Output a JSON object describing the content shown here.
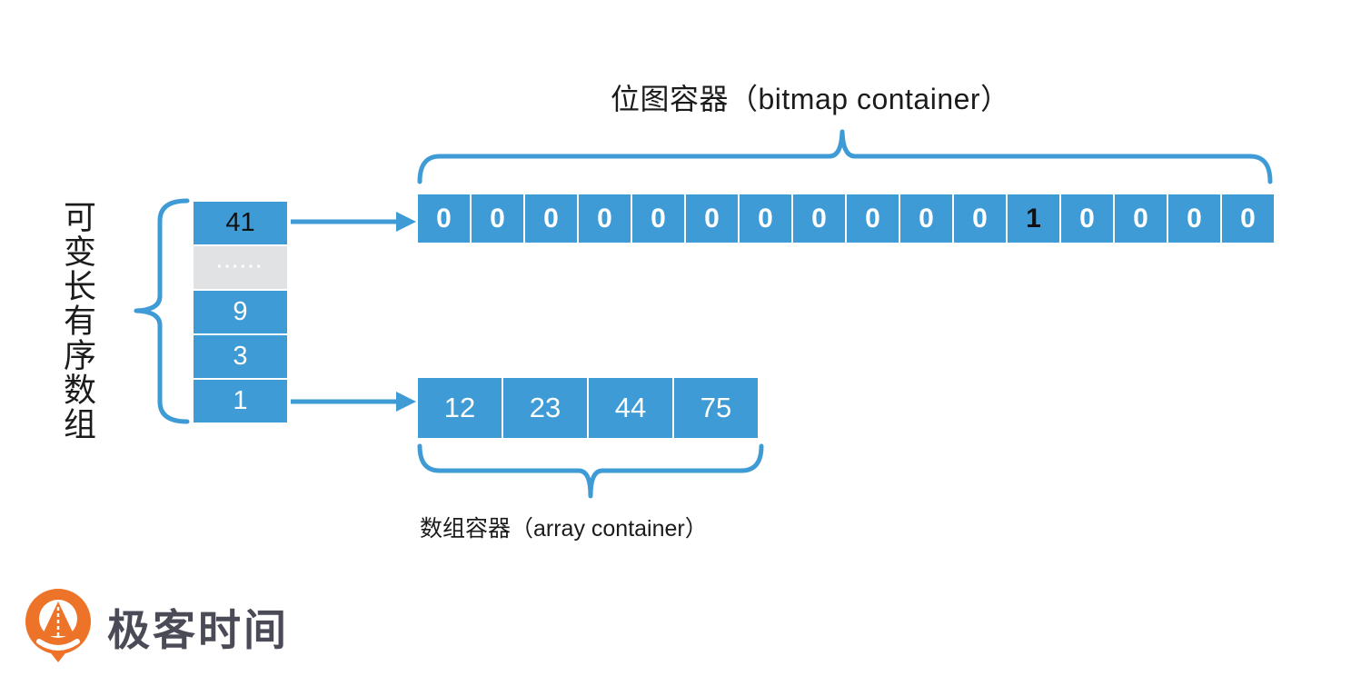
{
  "diagram": {
    "bitmap": {
      "title": "位图容器（bitmap container）",
      "cells": [
        "0",
        "0",
        "0",
        "0",
        "0",
        "0",
        "0",
        "0",
        "0",
        "0",
        "0",
        "1",
        "0",
        "0",
        "0",
        "0"
      ],
      "highlight_index": 11
    },
    "sorted_array": {
      "label": "可变长有序数组",
      "cells": [
        {
          "value": "41",
          "variant": "head"
        },
        {
          "value": "······",
          "variant": "ellipsis"
        },
        {
          "value": "9",
          "variant": "normal"
        },
        {
          "value": "3",
          "variant": "normal"
        },
        {
          "value": "1",
          "variant": "normal"
        }
      ]
    },
    "array_container": {
      "label": "数组容器（array container）",
      "cells": [
        "12",
        "23",
        "44",
        "75"
      ]
    },
    "colors": {
      "accent_blue": "#3E9BD5",
      "ellipsis_gray": "#E0E2E4",
      "text_ink": "#1B1B1B",
      "logo_orange": "#ED7329",
      "logo_text_color": "#4B4B57"
    }
  },
  "logo": {
    "text": "极客时间"
  }
}
